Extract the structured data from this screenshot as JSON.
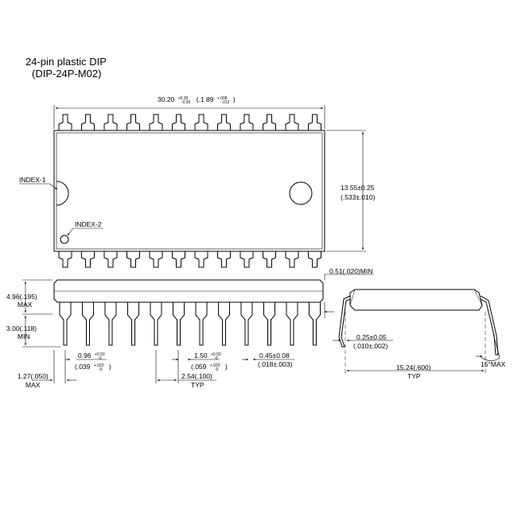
{
  "title": {
    "line1": "24-pin plastic DIP",
    "line2": "(DIP-24P-M02)"
  },
  "pin_count_per_side": 12,
  "labels": {
    "index1": "INDEX-1",
    "index2": "INDEX-2"
  },
  "dimensions": {
    "body_length": {
      "value": "30.20",
      "tol_plus": "+0.30",
      "tol_minus": "-0.30",
      "inch_value": "(.1 89",
      "inch_tol_plus": "+.008",
      "inch_tol_minus": "-.012",
      "inch_close": ")"
    },
    "body_width": {
      "value": "13.55±0.25",
      "inch": "(.533±.010)"
    },
    "standoff": {
      "value": "0.51(.020)MIN"
    },
    "seated_height": {
      "value": "4.96(.195)",
      "qualifier": "MAX"
    },
    "lead_length": {
      "value": "3.00(.118)",
      "qualifier": "MIN"
    },
    "end_lead_pitch": {
      "value": "1.27(.050)",
      "qualifier": "MAX"
    },
    "shoulder_width": {
      "value": "0.96",
      "tol_plus": "+0.50",
      "tol_minus": "-0",
      "inch_value": "(.039",
      "inch_tol_plus": "+.020",
      "inch_tol_minus": "-0",
      "inch_close": ")"
    },
    "upper_lead_width": {
      "value": "1.50",
      "tol_plus": "+0.50",
      "tol_minus": "-0",
      "inch_value": "(.059",
      "inch_tol_plus": "+.020",
      "inch_tol_minus": "-0",
      "inch_close": ")"
    },
    "pitch": {
      "value": "2.54(.100)",
      "qualifier": "TYP"
    },
    "lead_width": {
      "value": "0.45±0.08",
      "inch": "(.018±.003)"
    },
    "lead_thickness": {
      "value": "0.25±0.05",
      "inch": "(.010±.002)"
    },
    "row_spacing": {
      "value": "15.24(.600)",
      "qualifier": "TYP"
    },
    "lead_angle": {
      "value": "15°MAX"
    }
  }
}
